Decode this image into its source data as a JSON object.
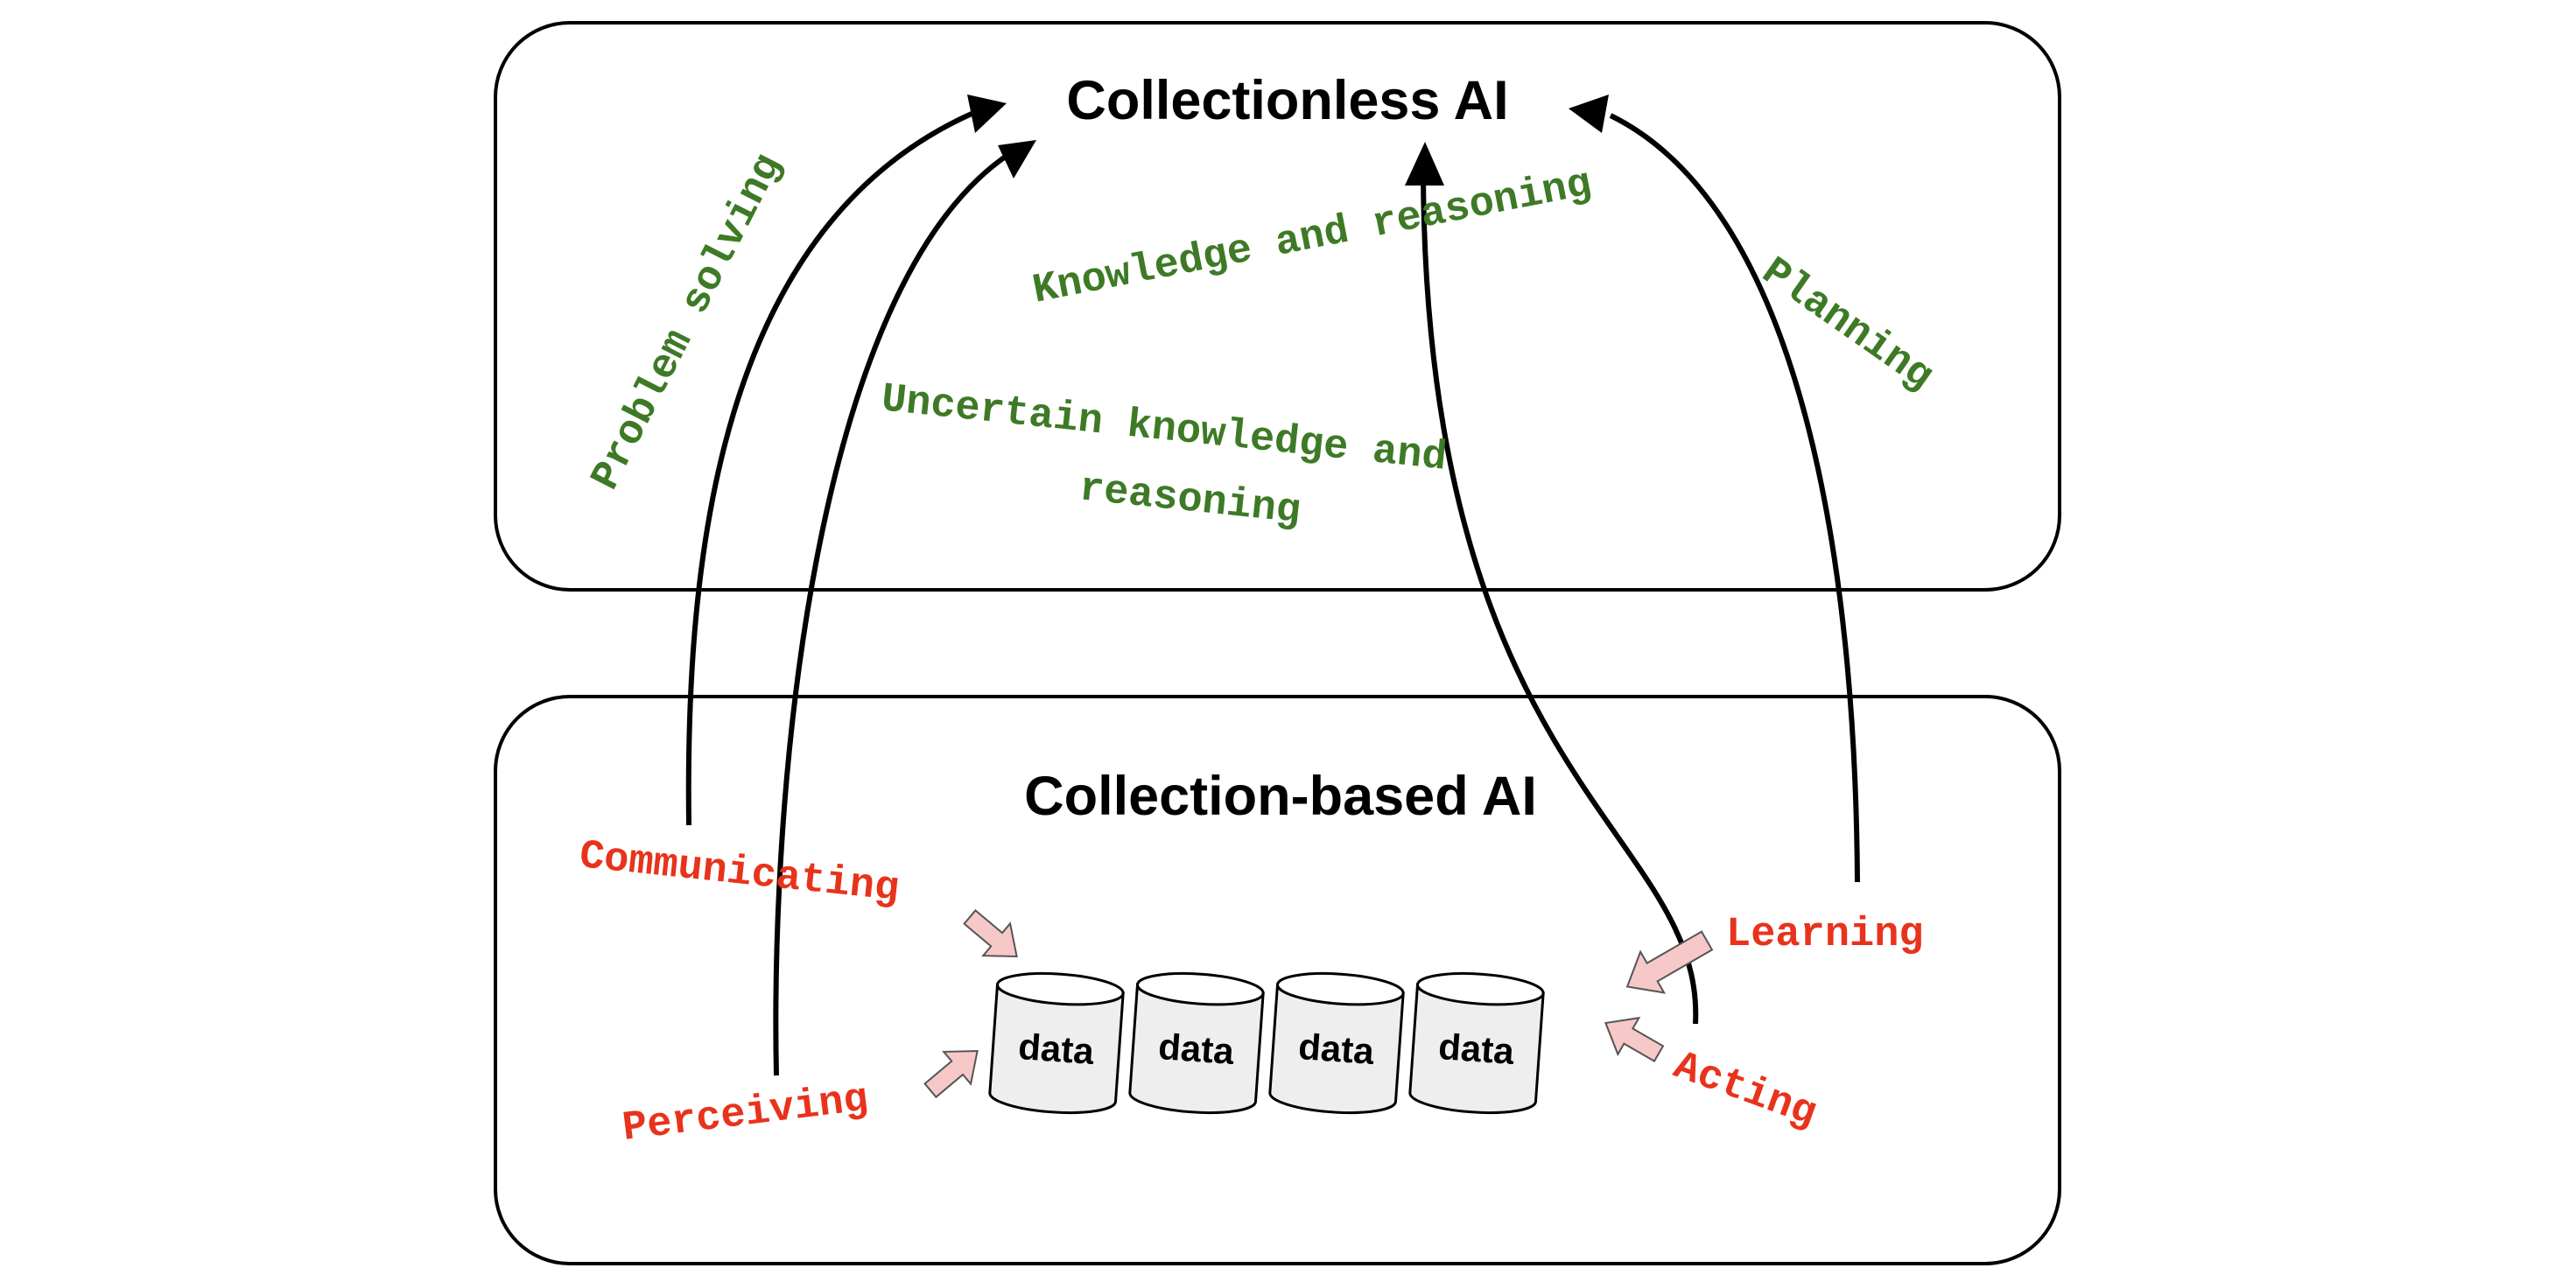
{
  "top_box": {
    "title": "Collectionless AI",
    "labels": {
      "problem_solving": "Problem solving",
      "knowledge_reasoning": "Knowledge and reasoning",
      "uncertain_line1": "Uncertain knowledge and",
      "uncertain_line2": "reasoning",
      "planning": "Planning"
    },
    "label_color": "#3e7a26"
  },
  "bottom_box": {
    "title": "Collection-based AI",
    "labels": {
      "communicating": "Communicating",
      "perceiving": "Perceiving",
      "learning": "Learning",
      "acting": "Acting"
    },
    "label_color": "#e8331c",
    "data_stores": [
      "data",
      "data",
      "data",
      "data"
    ]
  }
}
